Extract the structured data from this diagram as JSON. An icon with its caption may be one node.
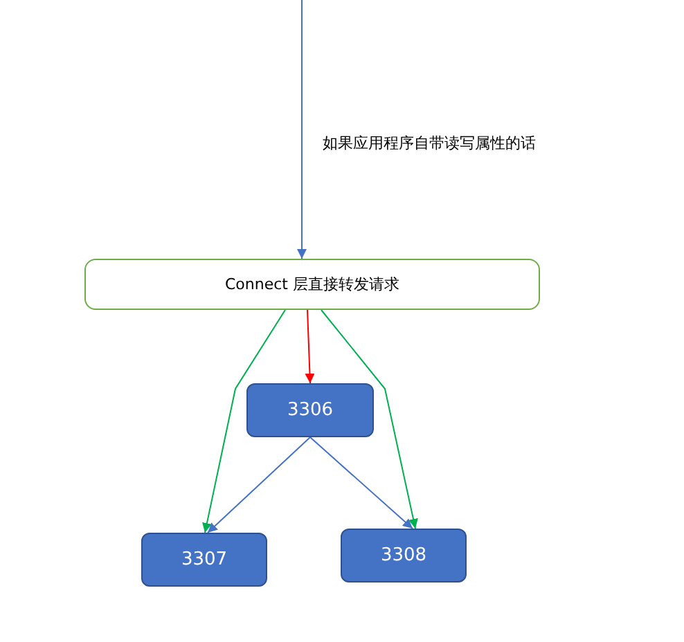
{
  "diagram": {
    "nodes": [
      {
        "text": [
          "Connect 层直接转发请求"
        ]
      },
      {
        "text": [
          "3306"
        ]
      },
      {
        "text": [
          "3307"
        ]
      },
      {
        "text": [
          "3308"
        ]
      }
    ],
    "edges": [
      {
        "from": null,
        "to": 0,
        "arrow": "to",
        "label": "如果应用程序自带读写属性的话"
      },
      {
        "from": 0,
        "to": 1,
        "arrow": "to",
        "color": "#ff0000"
      },
      {
        "from": 0,
        "to": 2,
        "arrow": "to",
        "color": "#00b050"
      },
      {
        "from": 0,
        "to": 3,
        "arrow": "to",
        "color": "#00b050"
      },
      {
        "from": 1,
        "to": 2,
        "arrow": "to"
      },
      {
        "from": 1,
        "to": 3,
        "arrow": "to"
      }
    ]
  }
}
